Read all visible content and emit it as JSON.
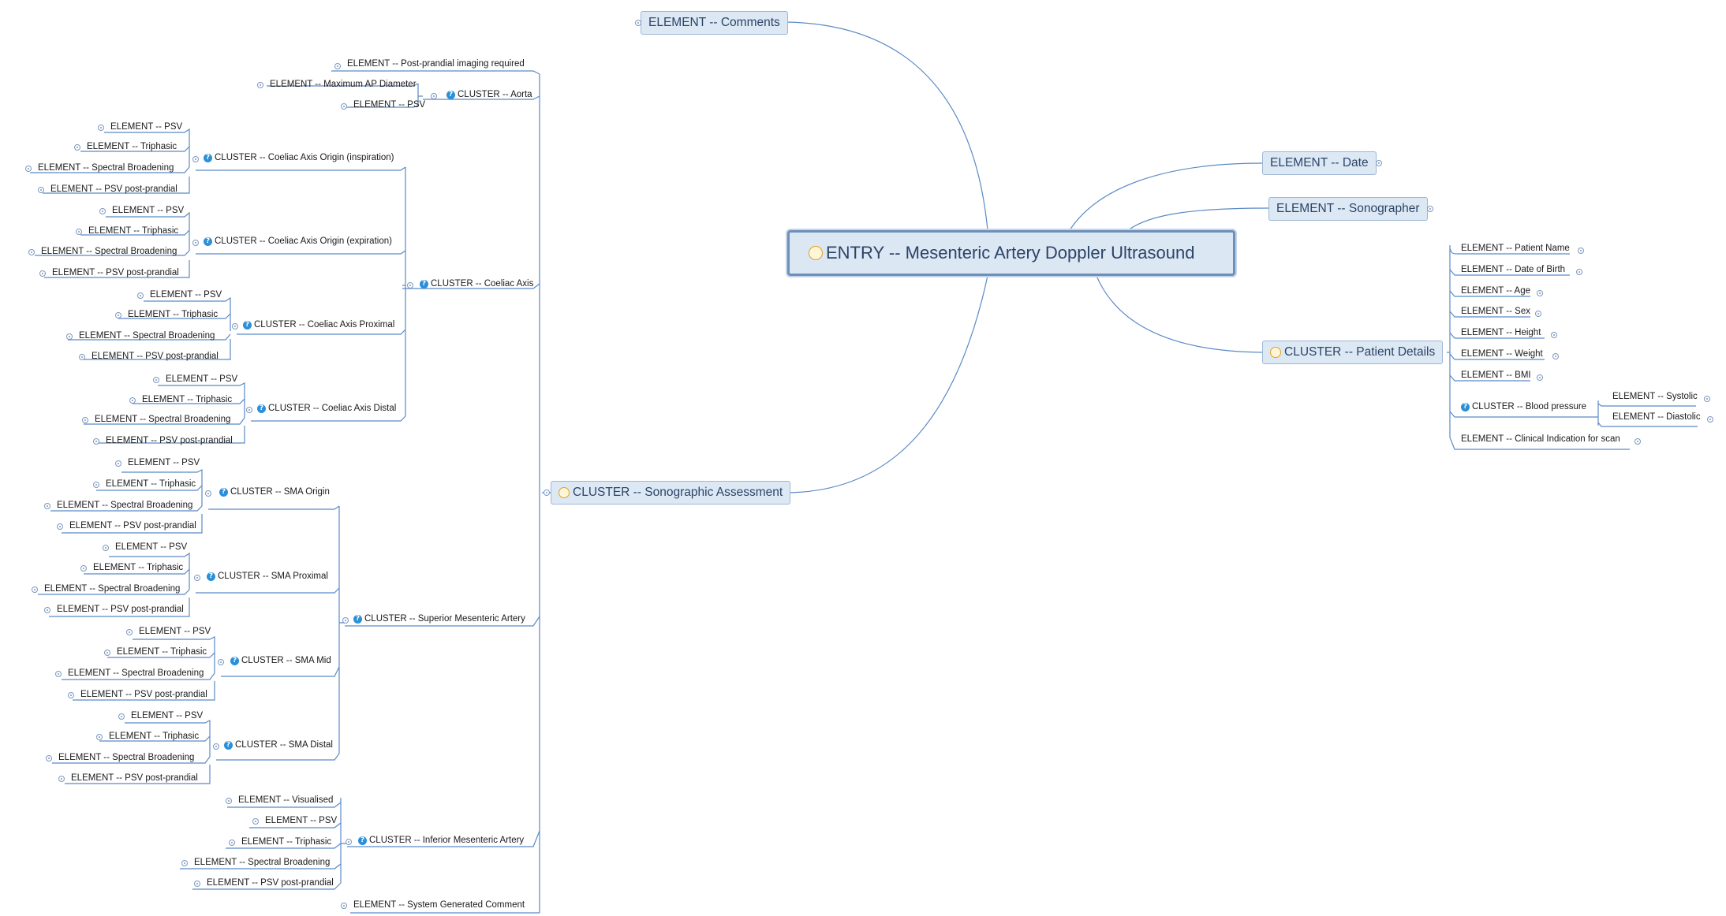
{
  "root": {
    "label": "ENTRY -- Mesenteric Artery Doppler Ultrasound"
  },
  "top_elements": {
    "comments": "ELEMENT -- Comments",
    "date": "ELEMENT -- Date",
    "sonographer": "ELEMENT -- Sonographer"
  },
  "patient_details": {
    "label": "CLUSTER -- Patient Details",
    "items": {
      "patient_name": "ELEMENT -- Patient Name",
      "dob": "ELEMENT -- Date of Birth",
      "age": "ELEMENT -- Age",
      "sex": "ELEMENT -- Sex",
      "height": "ELEMENT -- Height",
      "weight": "ELEMENT -- Weight",
      "bmi": "ELEMENT -- BMI",
      "bp": "CLUSTER -- Blood pressure",
      "systolic": "ELEMENT -- Systolic",
      "diastolic": "ELEMENT -- Diastolic",
      "indication": "ELEMENT -- Clinical Indication for scan"
    }
  },
  "assessment": {
    "label": "CLUSTER -- Sonographic Assessment",
    "postprandial_required": "ELEMENT -- Post-prandial imaging required",
    "aorta": {
      "label": "CLUSTER -- Aorta",
      "max_ap": "ELEMENT -- Maximum AP Diameter",
      "psv": "ELEMENT -- PSV"
    },
    "coeliac": {
      "label": "CLUSTER -- Coeliac Axis",
      "insp": "CLUSTER -- Coeliac Axis Origin (inspiration)",
      "exp": "CLUSTER -- Coeliac Axis Origin (expiration)",
      "prox": "CLUSTER -- Coeliac Axis Proximal",
      "dist": "CLUSTER -- Coeliac Axis Distal"
    },
    "sma": {
      "label": "CLUSTER -- Superior Mesenteric Artery",
      "origin": "CLUSTER -- SMA Origin",
      "prox": "CLUSTER -- SMA Proximal",
      "mid": "CLUSTER -- SMA Mid",
      "dist": "CLUSTER -- SMA Distal"
    },
    "ima": {
      "label": "CLUSTER -- Inferior Mesenteric Artery",
      "visualised": "ELEMENT -- Visualised"
    },
    "system_comment": "ELEMENT -- System Generated Comment"
  },
  "common": {
    "psv": "ELEMENT -- PSV",
    "triphasic": "ELEMENT -- Triphasic",
    "spectral": "ELEMENT -- Spectral Broadening",
    "psv_pp": "ELEMENT -- PSV post-prandial"
  },
  "colors": {
    "line": "#5b8ac6",
    "box_fill": "#dde8f5",
    "question_icon": "#2b8fd9"
  }
}
